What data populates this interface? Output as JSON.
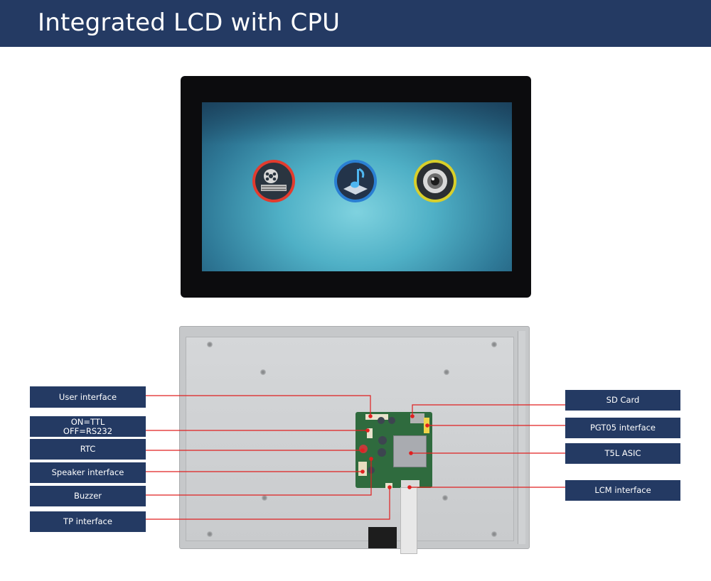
{
  "title": "Integrated LCD with CPU",
  "colors": {
    "header_bg": "#243a63",
    "label_bg": "#243a63",
    "callout_line": "#e02020"
  },
  "screen_icons": [
    "film-reel-icon",
    "music-note-icon",
    "camera-lens-icon"
  ],
  "labels": {
    "user_interface": "User interface",
    "ttl_line1": "ON=TTL",
    "ttl_line2": "OFF=RS232",
    "rtc": "RTC",
    "speaker_interface": "Speaker interface",
    "buzzer": "Buzzer",
    "tp_interface": "TP interface",
    "sd_card": "SD Card",
    "pgt05_interface": "PGT05 interface",
    "t5l_asic": "T5L ASIC",
    "lcm_interface": "LCM interface"
  }
}
